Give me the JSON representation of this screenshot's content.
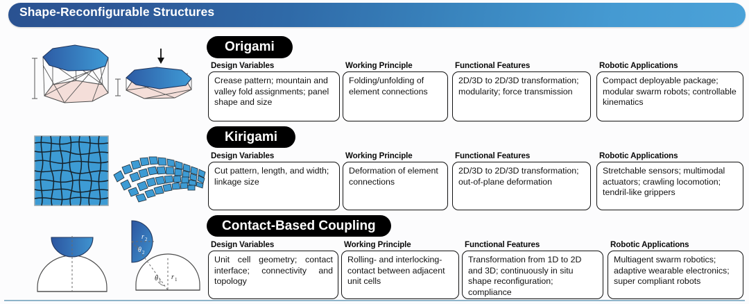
{
  "header": {
    "title": "Shape-Reconfigurable Structures",
    "gradient_from": "#2a5291",
    "gradient_to": "#4ba2d8"
  },
  "column_headers": {
    "design": "Design Variables",
    "principle": "Working Principle",
    "features": "Functional Features",
    "applications": "Robotic Applications"
  },
  "rows": [
    {
      "id": "origami",
      "pill_label": "Origami",
      "design": "Crease pattern; mountain and valley fold assignments; panel shape and size",
      "principle": "Folding/unfolding of element connections",
      "features": "2D/3D to 2D/3D transformation; modularity; force transmission",
      "applications": "Compact deployable package; modular swarm robots; controllable kinematics",
      "figure": {
        "name": "kresling-origami-cylinder",
        "top_color": "#2f6bb0",
        "top_color_right": "#3b9ad6",
        "base_color": "#f3ddd8",
        "arrow": "down-arrow"
      }
    },
    {
      "id": "kirigami",
      "pill_label": "Kirigami",
      "design": "Cut pattern, length, and width; linkage size",
      "principle": "Deformation of element connections",
      "features": "2D/3D to 2D/3D transformation; out-of-plane deformation",
      "applications": "Stretchable sensors; multimodal actuators; crawling locomotion; tendril-like grippers",
      "figure": {
        "name": "kirigami-cut-sheet",
        "sheet_color": "#3d9bd4",
        "cut_color": "#1d2a33"
      }
    },
    {
      "id": "contact",
      "pill_label": "Contact-Based Coupling",
      "design": "Unit cell geometry; contact interface; connectivity and topology",
      "principle": "Rolling- and interlocking-contact between adjacent unit cells",
      "features": "Transformation from 1D to 2D and 3D; continuously in situ shape reconfiguration; compliance",
      "applications": "Multiagent swarm robotics; adaptive wearable electronics; super compliant robots",
      "figure": {
        "name": "rolling-contact-domes",
        "dome_color": "#2f5fa8",
        "dome_color_right": "#3f93cf",
        "labels": [
          "r₂",
          "θ₂",
          "θ₁",
          "r₁"
        ]
      }
    }
  ],
  "bottom_rule_color": "#8fb4c9"
}
